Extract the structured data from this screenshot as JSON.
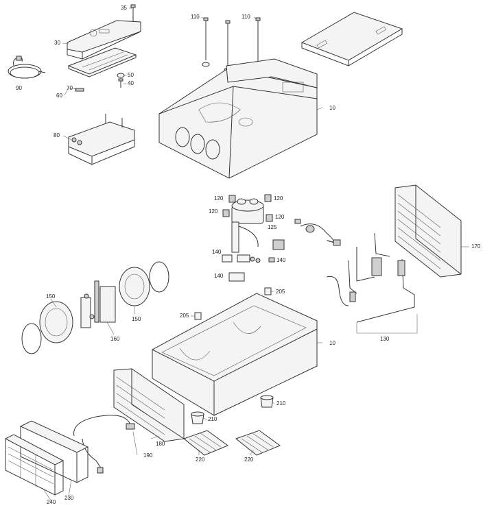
{
  "diagram": {
    "callouts": {
      "c10a": "10",
      "c10b": "10",
      "c30": "30",
      "c35": "35",
      "c40": "40",
      "c50": "50",
      "c60": "60",
      "c70": "70",
      "c80": "80",
      "c90": "90",
      "c110a": "110",
      "c110b": "110",
      "c120a": "120",
      "c120b": "120",
      "c120c": "120",
      "c120d": "120",
      "c125": "125",
      "c130": "130",
      "c140a": "140",
      "c140b": "140",
      "c140c": "140",
      "c150a": "150",
      "c150b": "150",
      "c160": "160",
      "c170": "170",
      "c180": "180",
      "c190": "190",
      "c205a": "205",
      "c205b": "205",
      "c210a": "210",
      "c210b": "210",
      "c220a": "220",
      "c220b": "220",
      "c230": "230",
      "c240": "240"
    }
  }
}
